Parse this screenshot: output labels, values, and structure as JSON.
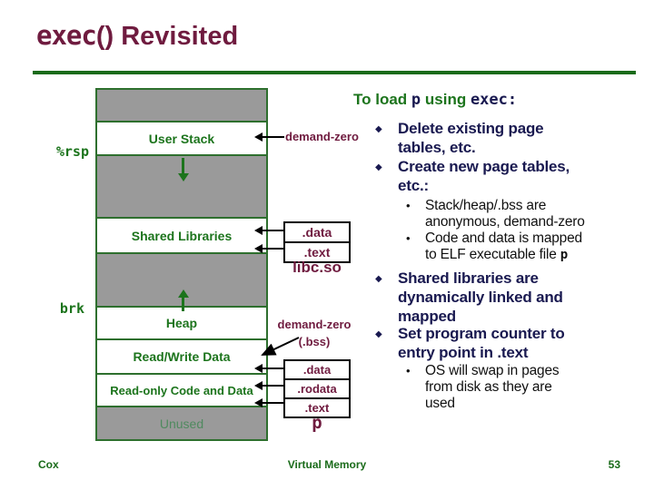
{
  "slide": {
    "title_code": "exec",
    "title_rest": "() Revisited",
    "footer": {
      "author": "Cox",
      "course": "Virtual Memory",
      "page_number": "53"
    }
  },
  "heading": {
    "pre": "To load ",
    "code1": "p",
    "mid": " using ",
    "code2": "exec:"
  },
  "bullets": [
    {
      "level": 1,
      "text": "Delete existing page\ntables, etc."
    },
    {
      "level": 1,
      "text": "Create new page tables,\netc.:"
    },
    {
      "level": 2,
      "text": "Stack/heap/.bss are\nanonymous, demand-zero"
    },
    {
      "level": 2,
      "text": "Code and data is mapped\nto ELF executable file ",
      "code": "p"
    },
    {
      "level": 1,
      "text": "Shared libraries are\ndynamically linked and\nmapped"
    },
    {
      "level": 1,
      "text": "Set program counter to\nentry point in .text"
    },
    {
      "level": 2,
      "text": "OS will swap in pages\nfrom disk as they are\nused"
    }
  ],
  "diagram": {
    "pointer_labels": {
      "rsp": "%rsp",
      "brk": "brk"
    },
    "sections": [
      {
        "label": "",
        "fill": "gray"
      },
      {
        "label": "User Stack",
        "fill": "white"
      },
      {
        "label": "",
        "fill": "gray",
        "arrow": "down"
      },
      {
        "label": "Shared Libraries",
        "fill": "white"
      },
      {
        "label": "",
        "fill": "gray",
        "arrow": "up"
      },
      {
        "label": "Heap",
        "fill": "white"
      },
      {
        "label": "Read/Write Data",
        "fill": "white"
      },
      {
        "label": "Read-only Code and Data",
        "fill": "white"
      },
      {
        "label": "Unused",
        "fill": "gray"
      }
    ],
    "annotations": {
      "demand_zero_stack": "demand-zero",
      "libc_segments": [
        ".data",
        ".text"
      ],
      "libc_label": "libc.so",
      "demand_zero_bss": "demand-zero",
      "bss_label": "(.bss)",
      "p_segments": [
        ".data",
        ".rodata",
        ".text"
      ],
      "p_label": "p"
    }
  },
  "icons": {
    "diamond_bullet": "◆",
    "round_bullet": "•"
  },
  "colors": {
    "title_maroon": "#6f1b3f",
    "diagram_green": "#1c741c",
    "footer_green": "#1a6b1a",
    "bullet_navy": "#191950",
    "gray_fill": "#9a9a9a",
    "unused_label_green": "#4f8a5f"
  }
}
